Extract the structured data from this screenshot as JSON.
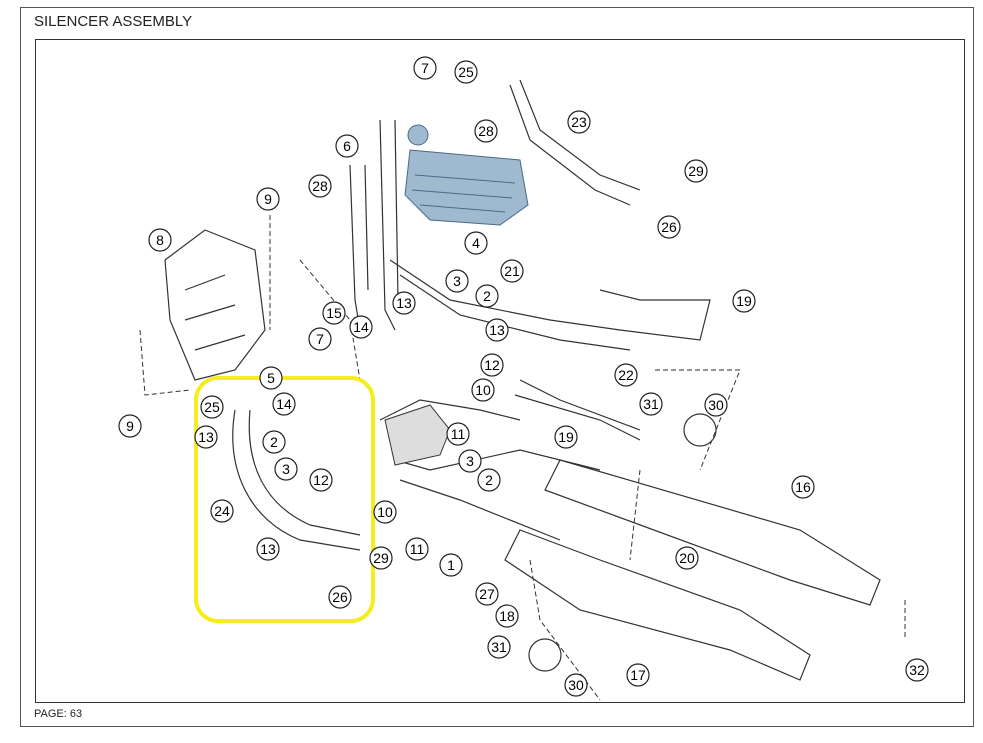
{
  "header": {
    "title": "SILENCER ASSEMBLY"
  },
  "footer": {
    "page": "PAGE: 63"
  },
  "colors": {
    "highlight": "#f5ee1e",
    "engine": "#9fb9cf",
    "line": "#222222"
  },
  "callouts": [
    "7",
    "25",
    "28",
    "23",
    "29",
    "26",
    "6",
    "28",
    "9",
    "4",
    "8",
    "21",
    "3",
    "2",
    "19",
    "13",
    "13",
    "15",
    "14",
    "7",
    "22",
    "12",
    "5",
    "10",
    "31",
    "30",
    "25",
    "14",
    "9",
    "13",
    "11",
    "2",
    "19",
    "3",
    "3",
    "12",
    "16",
    "2",
    "24",
    "10",
    "13",
    "11",
    "29",
    "20",
    "1",
    "27",
    "26",
    "18",
    "31",
    "17",
    "30",
    "32"
  ]
}
